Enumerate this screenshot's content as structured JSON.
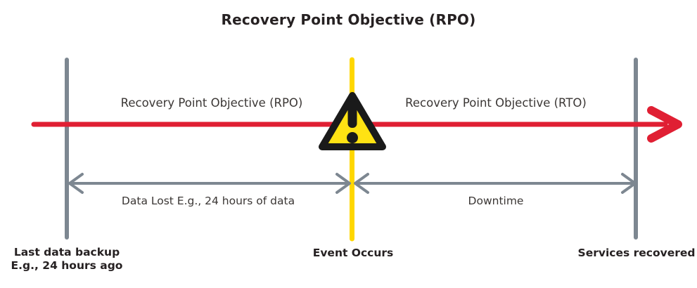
{
  "title": "Recovery Point Objective (RPO)",
  "colors": {
    "red": "#E01F33",
    "yellow": "#FFD700",
    "triangle": "#FFE213",
    "gray": "#7D8791",
    "ink": "#262122",
    "text": "#3B3735",
    "outline": "#1A1A1A",
    "bg": "#FFFFFF"
  },
  "timeline": {
    "rpo_label": "Recovery Point Objective (RPO)",
    "rto_label": "Recovery Point Objective (RTO)"
  },
  "spans": {
    "data_lost": "Data Lost E.g., 24 hours of data",
    "downtime": "Downtime"
  },
  "milestones": {
    "backup_line1": "Last data backup",
    "backup_line2": "E.g., 24 hours ago",
    "event": "Event Occurs",
    "recovered": "Services recovered"
  }
}
